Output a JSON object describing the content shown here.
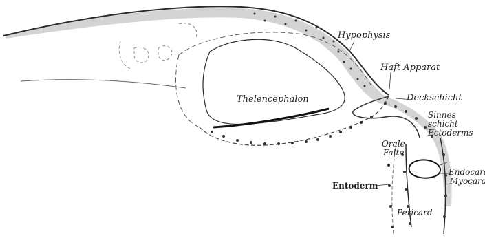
{
  "labels": {
    "hypophysis": "Hypophysis",
    "haft_apparat": "Haft Apparat",
    "deckschicht": "Deckschicht",
    "sinnes_1": "Sinnes",
    "sinnes_2": "schicht",
    "sinnes_3": "Ectoderms",
    "telencephalon": "Thelencephalon",
    "orale_1": "Orale",
    "orale_2": "Falte",
    "endocard": "Endocard",
    "myocard": "Myocard",
    "entoderm": "Entoderm",
    "pericard": "Pericard"
  }
}
